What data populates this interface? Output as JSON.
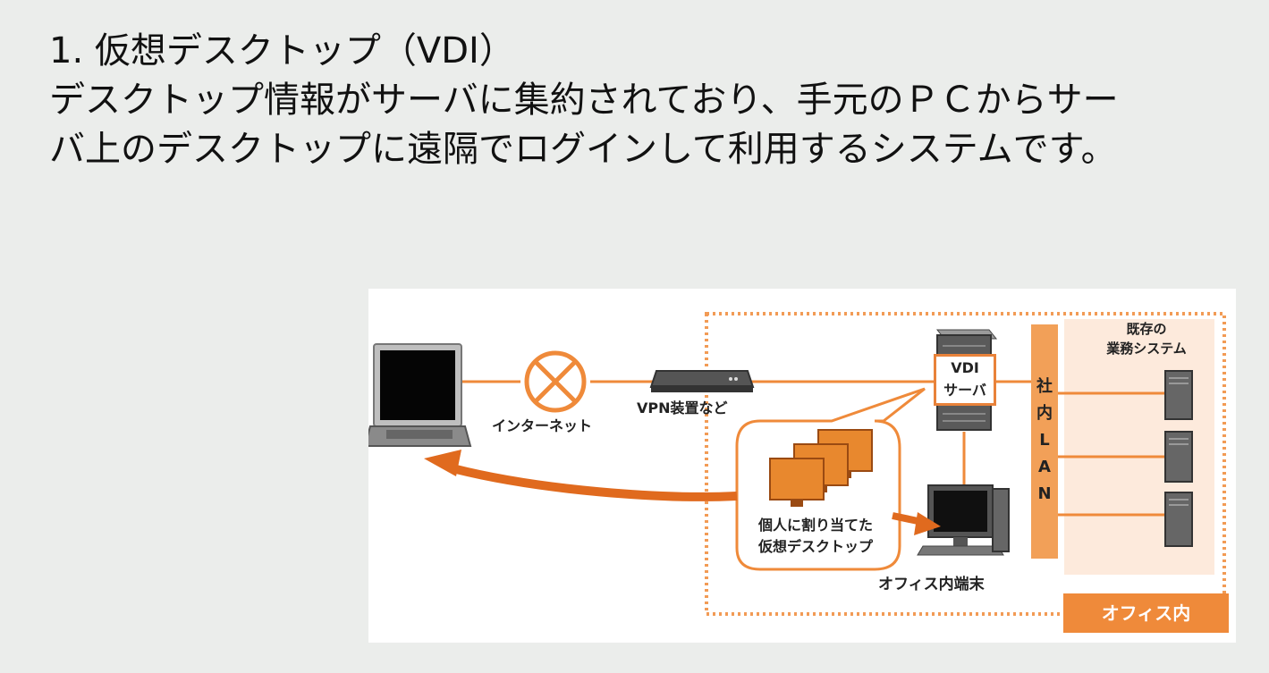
{
  "heading": {
    "line1": "1. 仮想デスクトップ（VDI）",
    "line2": "デスクトップ情報がサーバに集約されており、手元のＰＣからサー",
    "line3": "バ上のデスクトップに遠隔でログインして利用するシステムです。"
  },
  "diagram": {
    "internet_label": "インターネット",
    "vpn_label": "VPN装置など",
    "vdi_line1": "VDI",
    "vdi_line2": "サーバ",
    "lan_letters": [
      "社",
      "内",
      "L",
      "A",
      "N"
    ],
    "existing_line1": "既存の",
    "existing_line2": "業務システム",
    "bubble_line1": "個人に割り当てた",
    "bubble_line2": "仮想デスクトップ",
    "terminal_label": "オフィス内端末",
    "office_badge": "オフィス内",
    "colors": {
      "accent_orange": "#ef8a3a",
      "dark_orange": "#d8641c",
      "lan_bar": "#f2a058",
      "existing_area": "#fdeadc",
      "dotted_border": "#f29b55"
    }
  }
}
